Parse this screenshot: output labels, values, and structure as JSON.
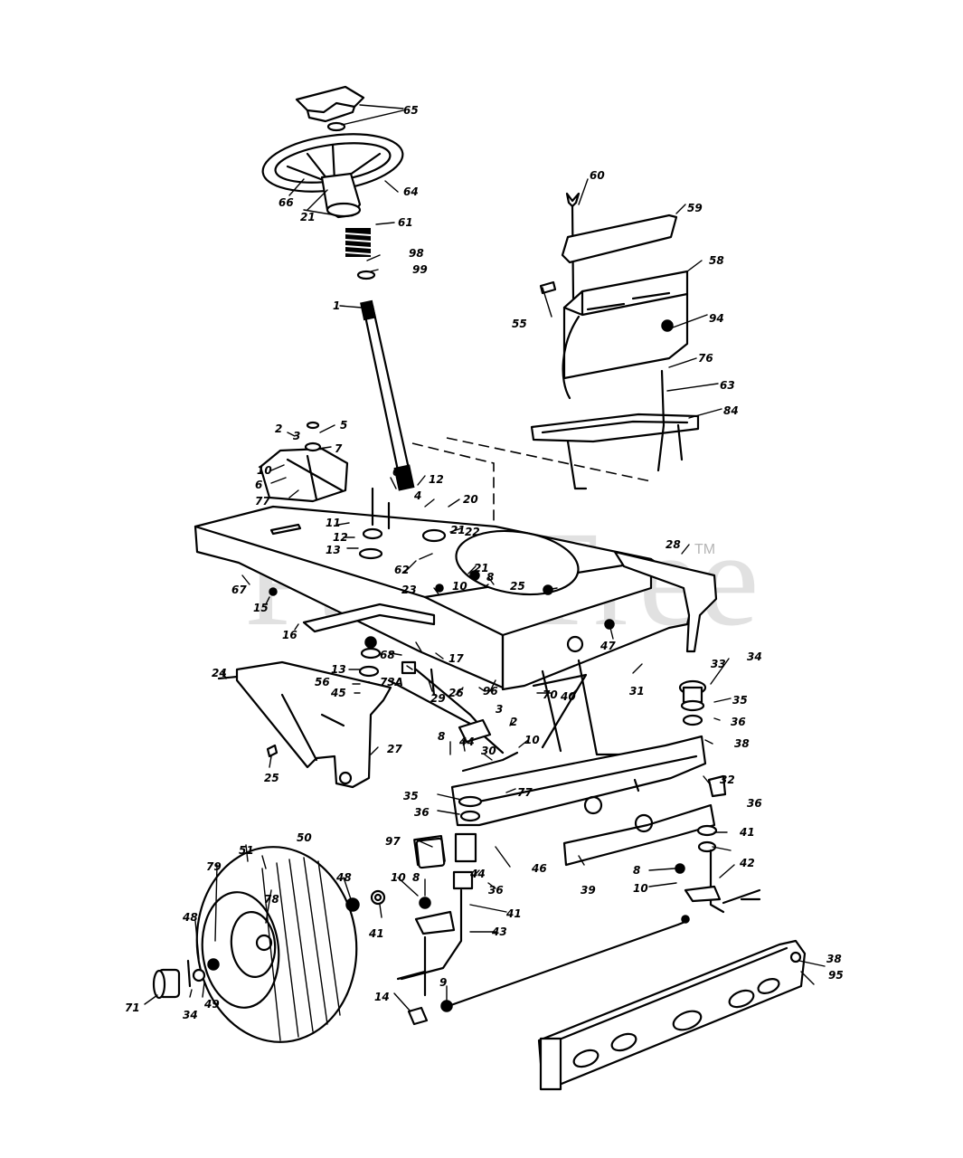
{
  "watermark": {
    "text": "PartsTree",
    "trademark": "TM"
  },
  "part_labels": [
    "65",
    "64",
    "66",
    "21",
    "61",
    "98",
    "99",
    "1",
    "60",
    "59",
    "58",
    "55",
    "94",
    "76",
    "63",
    "84",
    "5",
    "7",
    "2",
    "3",
    "10",
    "6",
    "77",
    "63",
    "12",
    "4",
    "20",
    "21",
    "22",
    "11",
    "12",
    "13",
    "62",
    "21",
    "8",
    "23",
    "10",
    "25",
    "28",
    "67",
    "15",
    "16",
    "17",
    "68",
    "13",
    "56",
    "73A",
    "45",
    "29",
    "26",
    "96",
    "47",
    "40",
    "70",
    "31",
    "24",
    "27",
    "25",
    "3",
    "2",
    "10",
    "8",
    "44",
    "30",
    "77",
    "33",
    "34",
    "35",
    "36",
    "38",
    "32",
    "35",
    "36",
    "97",
    "44",
    "36",
    "46",
    "39",
    "36",
    "41",
    "42",
    "8",
    "10",
    "50",
    "51",
    "79",
    "78",
    "48",
    "41",
    "10",
    "8",
    "41",
    "43",
    "48",
    "71",
    "34",
    "49",
    "14",
    "9",
    "38",
    "95"
  ]
}
